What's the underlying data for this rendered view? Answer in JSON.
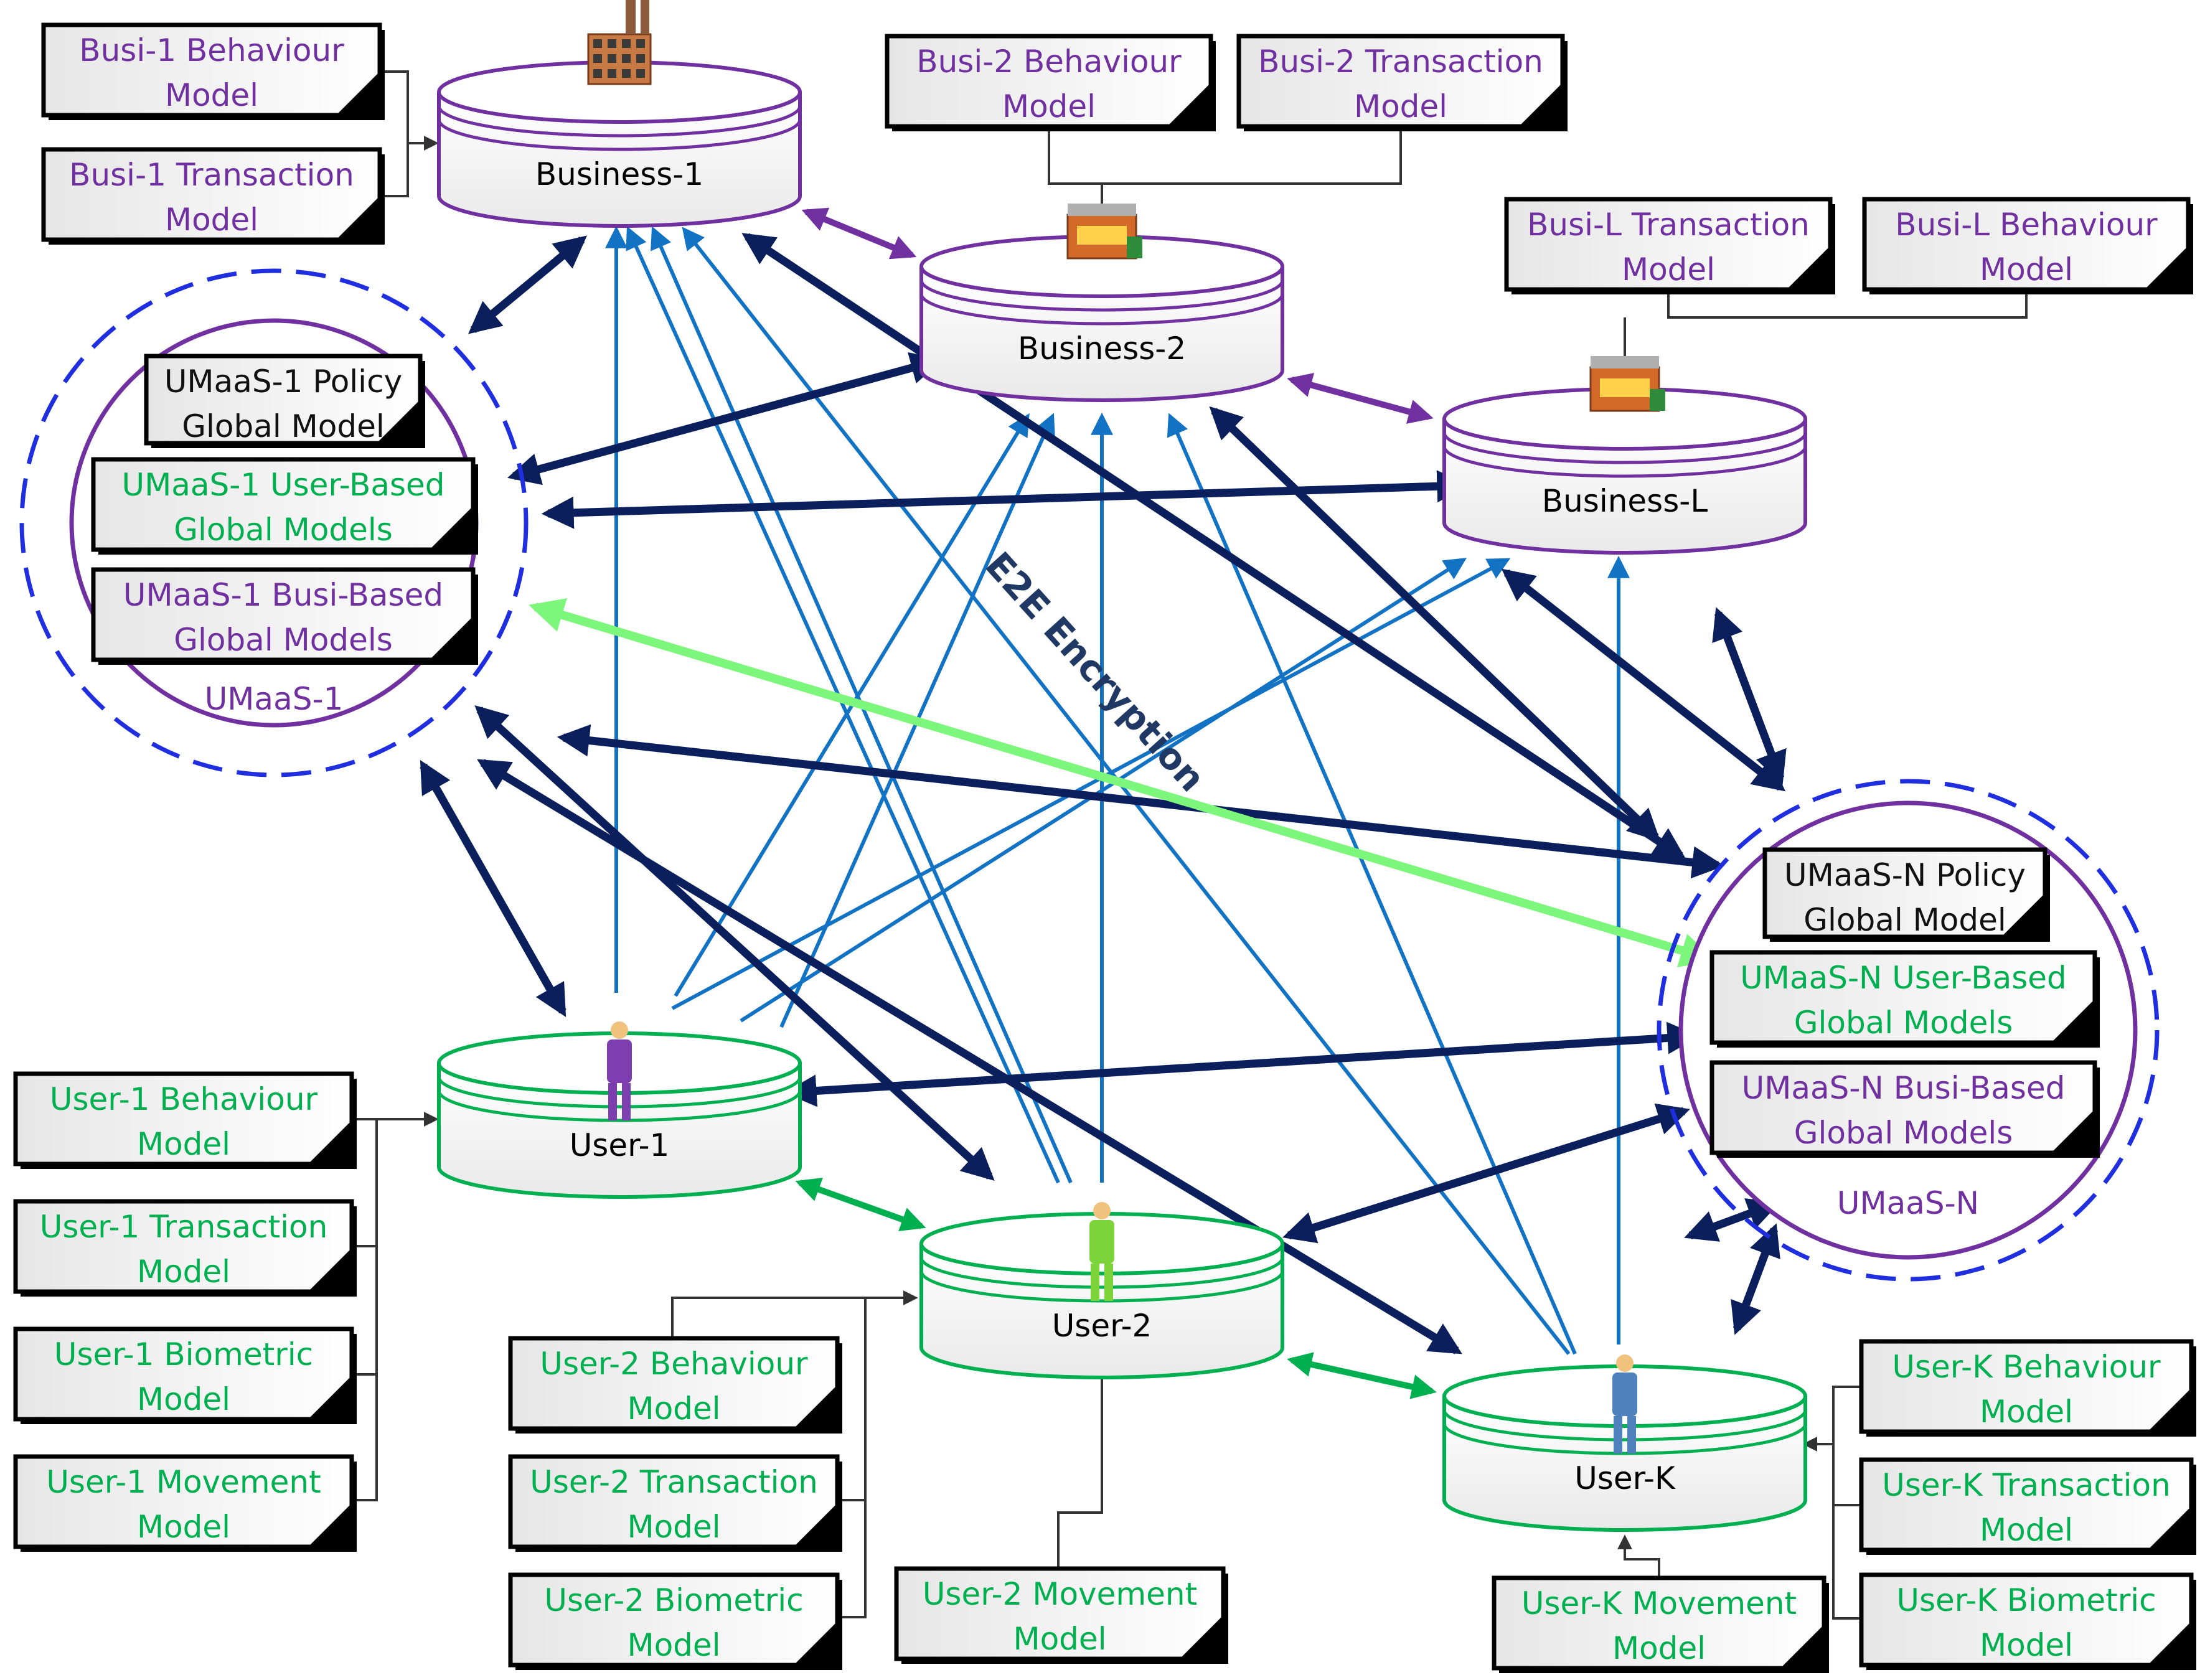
{
  "colors": {
    "business": "#7030a0",
    "user": "#00b050",
    "umaas_outer": "#1f2fe0",
    "navy_arrow": "#0b1f5c",
    "blue_arrow": "#1273c4",
    "green_arrow": "#7cf77c",
    "black": "#111111"
  },
  "encryption_label": "E2E Encryption",
  "businesses": [
    {
      "id": "b1",
      "label": "Business-1",
      "icon": "factory-icon"
    },
    {
      "id": "b2",
      "label": "Business-2",
      "icon": "storefront-icon"
    },
    {
      "id": "bL",
      "label": "Business-L",
      "icon": "storefront-icon"
    }
  ],
  "users": [
    {
      "id": "u1",
      "label": "User-1",
      "icon": "person-icon"
    },
    {
      "id": "u2",
      "label": "User-2",
      "icon": "person-icon"
    },
    {
      "id": "uK",
      "label": "User-K",
      "icon": "person-icon"
    }
  ],
  "umaas": [
    {
      "id": "s1",
      "label": "UMaaS-1"
    },
    {
      "id": "sN",
      "label": "UMaaS-N"
    }
  ],
  "model_boxes": [
    {
      "id": "busi1-behaviour",
      "line1": "Busi-1 Behaviour",
      "line2": "Model",
      "tone": "business"
    },
    {
      "id": "busi1-transaction",
      "line1": "Busi-1 Transaction",
      "line2": "Model",
      "tone": "business"
    },
    {
      "id": "busi2-behaviour",
      "line1": "Busi-2 Behaviour",
      "line2": "Model",
      "tone": "business"
    },
    {
      "id": "busi2-transaction",
      "line1": "Busi-2 Transaction",
      "line2": "Model",
      "tone": "business"
    },
    {
      "id": "busiL-transaction",
      "line1": "Busi-L Transaction",
      "line2": "Model",
      "tone": "business"
    },
    {
      "id": "busiL-behaviour",
      "line1": "Busi-L Behaviour",
      "line2": "Model",
      "tone": "business"
    },
    {
      "id": "umaas1-policy",
      "line1": "UMaaS-1 Policy",
      "line2": "Global Model",
      "tone": "black"
    },
    {
      "id": "umaas1-user-based",
      "line1": "UMaaS-1 User-Based",
      "line2": "Global Models",
      "tone": "user"
    },
    {
      "id": "umaas1-busi-based",
      "line1": "UMaaS-1 Busi-Based",
      "line2": "Global Models",
      "tone": "business"
    },
    {
      "id": "umaasN-policy",
      "line1": "UMaaS-N Policy",
      "line2": "Global Model",
      "tone": "black"
    },
    {
      "id": "umaasN-user-based",
      "line1": "UMaaS-N User-Based",
      "line2": "Global Models",
      "tone": "user"
    },
    {
      "id": "umaasN-busi-based",
      "line1": "UMaaS-N Busi-Based",
      "line2": "Global Models",
      "tone": "business"
    },
    {
      "id": "user1-behaviour",
      "line1": "User-1 Behaviour",
      "line2": "Model",
      "tone": "user"
    },
    {
      "id": "user1-transaction",
      "line1": "User-1 Transaction",
      "line2": "Model",
      "tone": "user"
    },
    {
      "id": "user1-biometric",
      "line1": "User-1 Biometric",
      "line2": "Model",
      "tone": "user"
    },
    {
      "id": "user1-movement",
      "line1": "User-1 Movement",
      "line2": "Model",
      "tone": "user"
    },
    {
      "id": "user2-behaviour",
      "line1": "User-2 Behaviour",
      "line2": "Model",
      "tone": "user"
    },
    {
      "id": "user2-transaction",
      "line1": "User-2 Transaction",
      "line2": "Model",
      "tone": "user"
    },
    {
      "id": "user2-biometric",
      "line1": "User-2 Biometric",
      "line2": "Model",
      "tone": "user"
    },
    {
      "id": "user2-movement",
      "line1": "User-2 Movement",
      "line2": "Model",
      "tone": "user"
    },
    {
      "id": "userK-behaviour",
      "line1": "User-K Behaviour",
      "line2": "Model",
      "tone": "user"
    },
    {
      "id": "userK-transaction",
      "line1": "User-K Transaction",
      "line2": "Model",
      "tone": "user"
    },
    {
      "id": "userK-biometric",
      "line1": "User-K Biometric",
      "line2": "Model",
      "tone": "user"
    },
    {
      "id": "userK-movement",
      "line1": "User-K Movement",
      "line2": "Model",
      "tone": "user"
    }
  ]
}
